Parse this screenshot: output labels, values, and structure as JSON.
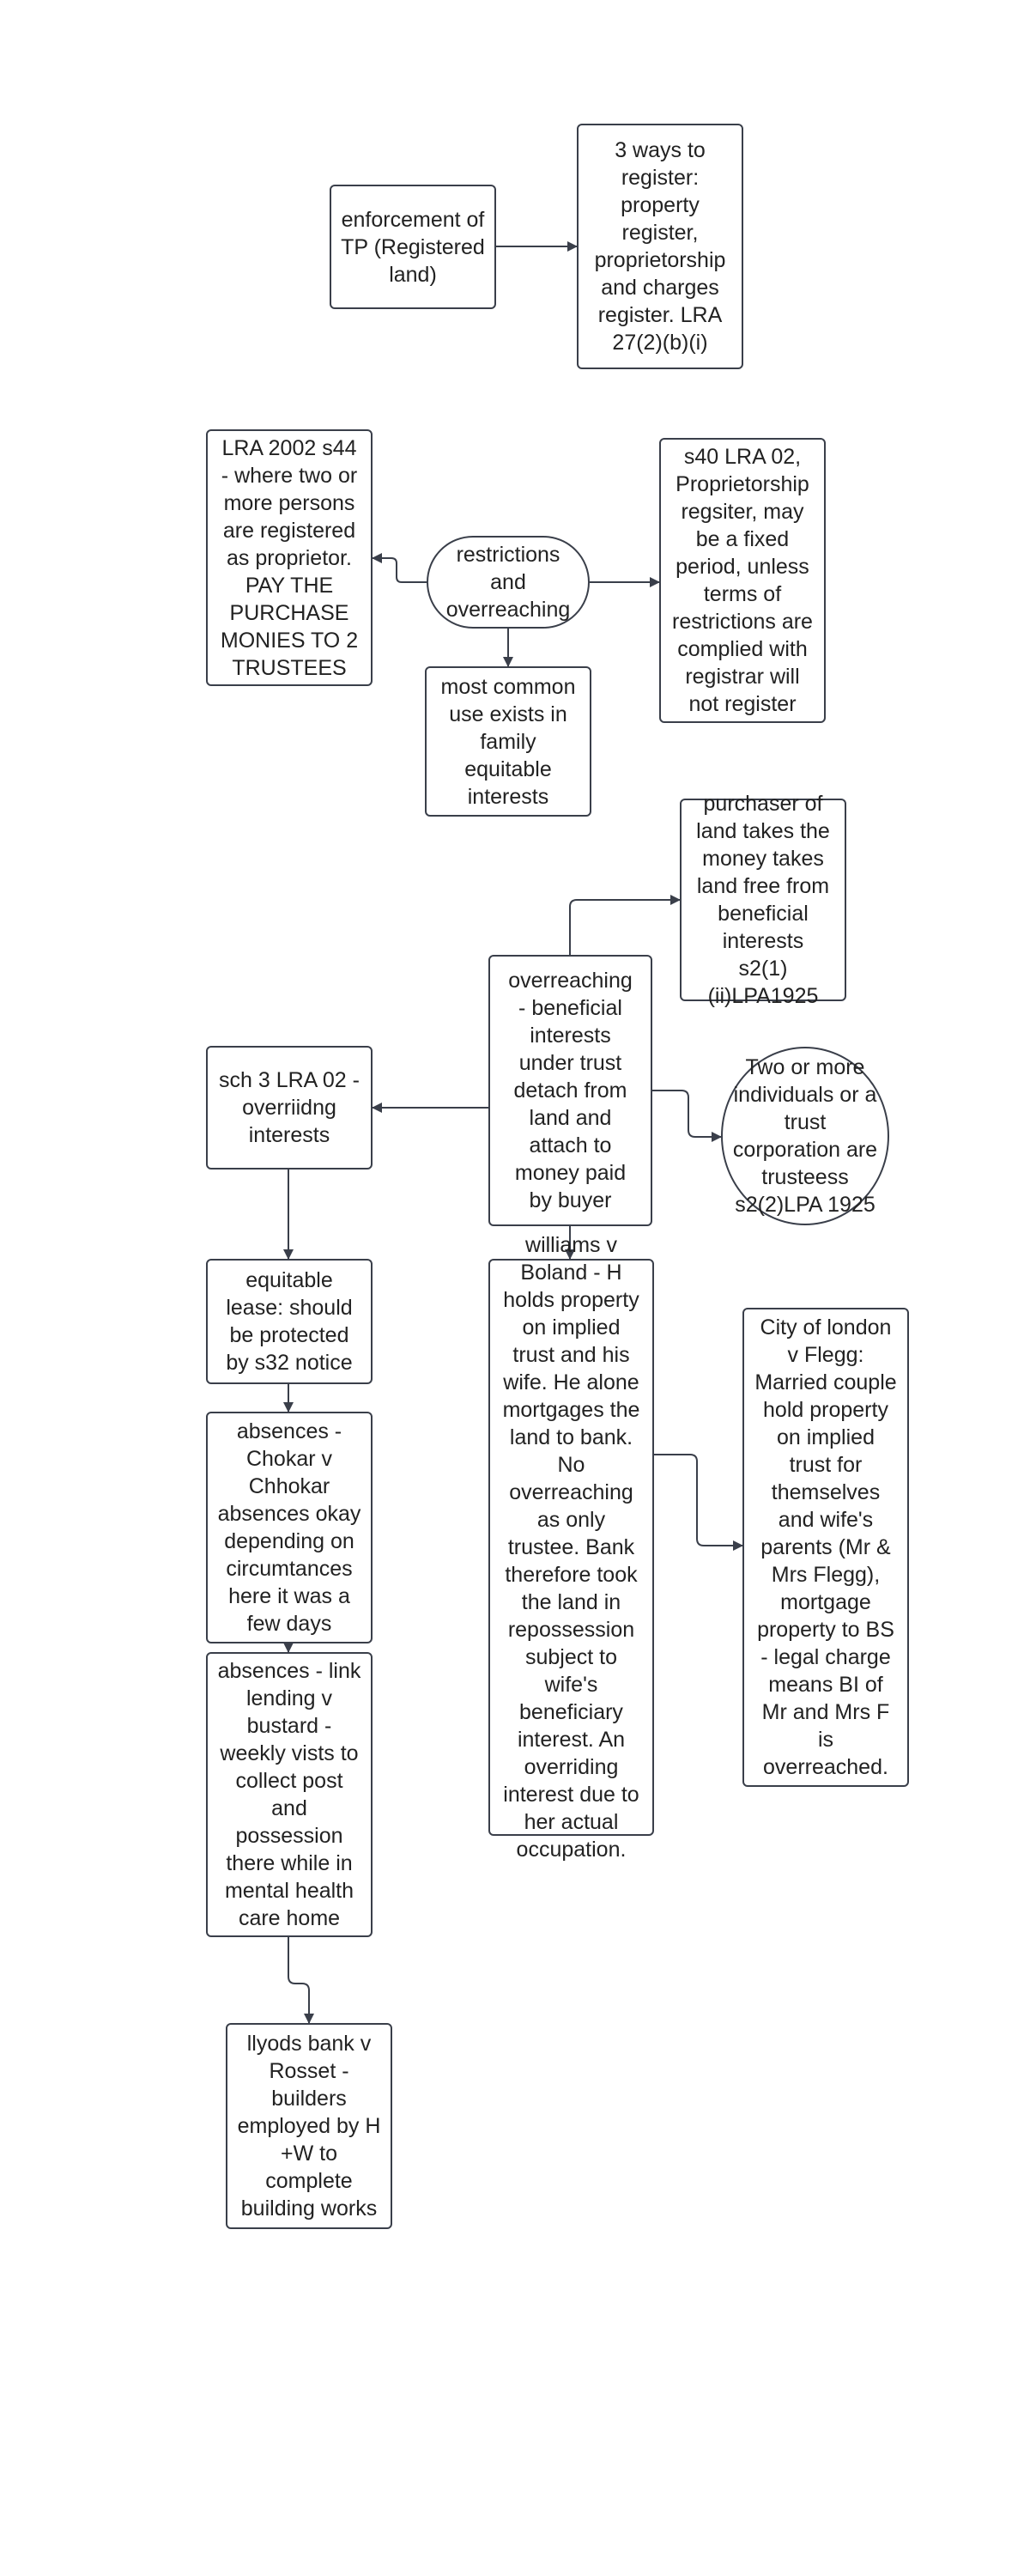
{
  "nodes": {
    "enforcement": "enforcement of\nTP (Registered\nland)",
    "three_ways": "3 ways to\nregister:\nproperty\nregister,\nproprietorship\nand charges\nregister. LRA\n27(2)(b)(i)",
    "lra_s44": "LRA 2002 s44\n- where two or\nmore persons\nare registered\nas proprietor.\nPAY THE\nPURCHASE\nMONIES TO 2\nTRUSTEES",
    "restrictions": "restrictions\nand\noverreaching",
    "s40": "s40 LRA 02,\nProprietorship\nregsiter, may\nbe a fixed\nperiod, unless\nterms of\nrestrictions are\ncomplied with\nregistrar will\nnot register",
    "most_common": "most common\nuse exists in\nfamily\nequitable\ninterests",
    "purchaser": "purchaser of\nland takes the\nmoney takes\nland free from\nbeneficial\ninterests\ns2(1)(ii)LPA1925",
    "overreaching": "overreaching\n- beneficial\ninterests\nunder trust\ndetach from\nland and\nattach to\nmoney paid\nby buyer",
    "sch3": "sch 3 LRA 02 -\noverriidng\ninterests",
    "two_or_more": "Two or more\nindividuals or a\ntrust\ncorporation are\ntrusteess\ns2(2)LPA 1925",
    "equitable_lease": "equitable\nlease: should\nbe protected\nby s32 notice",
    "williams": "williams v\nBoland - H\nholds property\non implied\ntrust and his\nwife. He alone\nmortgages the\nland to bank.\nNo\noverreaching\nas only\ntrustee. Bank\ntherefore took\nthe land in\nrepossession\nsubject to\nwife's\nbeneficiary\ninterest. An\noverriding\ninterest due to\nher actual\noccupation.",
    "flegg": "City of london\nv Flegg:\nMarried couple\nhold property\non implied\ntrust for\nthemselves\nand wife's\nparents (Mr &\nMrs Flegg),\nmortgage\nproperty to BS\n- legal charge\nmeans BI of\nMr and Mrs F\nis\noverreached.",
    "chokar": "absences -\nChokar v\nChhokar\nabsences okay\ndepending on\ncircumtances\nhere it was a\nfew days",
    "link_lending": "absences - link\nlending v\nbustard -\nweekly vists to\ncollect post\nand\npossession\nthere while in\nmental health\ncare home",
    "rosset": "llyods bank v\nRosset -\nbuilders\nemployed by H\n+W to\ncomplete\nbuilding works"
  },
  "style": {
    "stroke": "#3a3f4a",
    "background": "#ffffff"
  }
}
